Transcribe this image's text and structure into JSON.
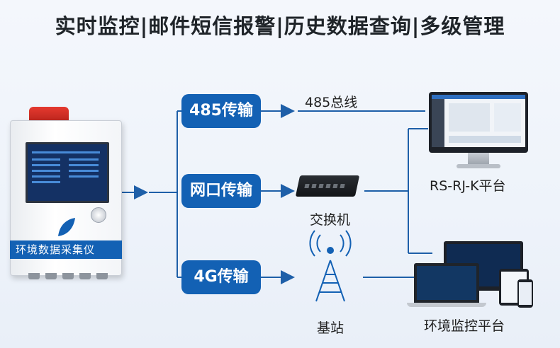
{
  "title": "实时监控|邮件短信报警|历史数据查询|多级管理",
  "device": {
    "name": "环境数据采集仪"
  },
  "transmissions": [
    {
      "id": "485",
      "label": "485传输",
      "target_label": "485总线"
    },
    {
      "id": "net",
      "label": "网口传输",
      "target_label": "交换机"
    },
    {
      "id": "4g",
      "label": "4G传输",
      "target_label": "基站"
    }
  ],
  "platforms": [
    {
      "id": "rs",
      "label": "RS-RJ-K平台"
    },
    {
      "id": "env",
      "label": "环境监控平台"
    }
  ],
  "colors": {
    "accent": "#1361b4",
    "line": "#1e5fa8"
  }
}
